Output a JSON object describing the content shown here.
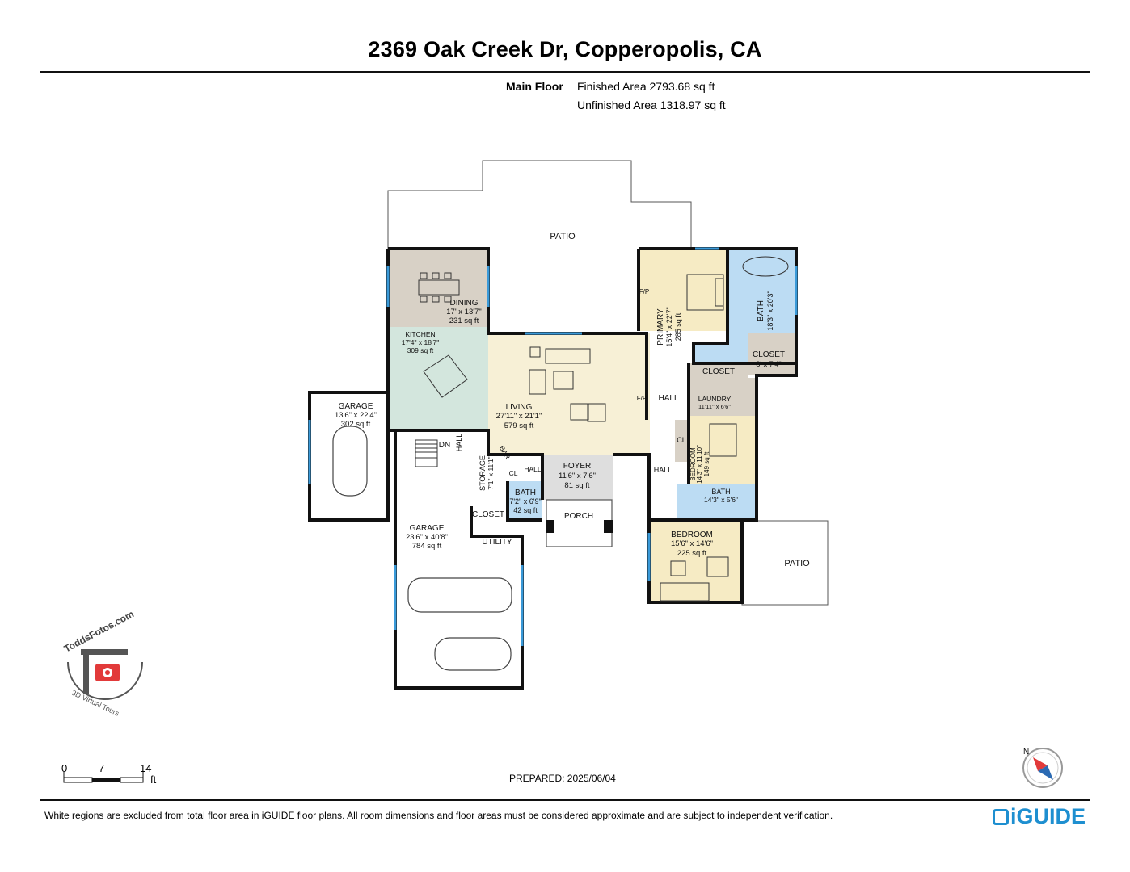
{
  "header": {
    "title": "2369 Oak Creek Dr, Copperopolis, CA"
  },
  "summary": {
    "floor": "Main Floor",
    "finished": "Finished Area 2793.68 sq ft",
    "unfinished": "Unfinished Area 1318.97 sq ft"
  },
  "colors": {
    "dining": "#d8d1c6",
    "kitchen": "#d3e6dd",
    "living": "#f7f0d6",
    "foyer": "#dedede",
    "bath": "#bcdcf3",
    "closet": "#d8d1c6",
    "bedroom": "#f6ebc4",
    "wall": "#111111",
    "window": "#3a9ad9"
  },
  "rooms": {
    "patio_top": {
      "name": "PATIO"
    },
    "patio_right": {
      "name": "PATIO"
    },
    "dining": {
      "name": "DINING",
      "dims": "17' x 13'7\"",
      "area": "231 sq ft"
    },
    "kitchen": {
      "name": "KITCHEN",
      "dims": "17'4\" x 18'7\"",
      "area": "309 sq ft"
    },
    "living": {
      "name": "LIVING",
      "dims": "27'11\" x 21'1\"",
      "area": "579 sq ft"
    },
    "garage_small": {
      "name": "GARAGE",
      "dims": "13'6\" x 22'4\"",
      "area": "302 sq ft"
    },
    "garage_big": {
      "name": "GARAGE",
      "dims": "23'6\" x 40'8\"",
      "area": "784 sq ft"
    },
    "foyer": {
      "name": "FOYER",
      "dims": "11'6\" x 7'6\"",
      "area": "81 sq ft"
    },
    "porch": {
      "name": "PORCH"
    },
    "bath_half": {
      "name": "BATH",
      "dims": "7'2\" x 6'9\"",
      "area": "42 sq ft"
    },
    "storage": {
      "name": "STORAGE",
      "dims": "7'1\" x 11'1\""
    },
    "closet_hall": {
      "name": "CLOSET"
    },
    "utility": {
      "name": "UTILITY"
    },
    "primary": {
      "name": "PRIMARY",
      "dims": "15'4\" x 22'7\"",
      "area": "285 sq ft"
    },
    "bath_primary": {
      "name": "BATH",
      "dims": "18'3\" x 20'3\""
    },
    "closet_primary": {
      "name": "CLOSET",
      "dims": "8' x 7'4\""
    },
    "closet_mid": {
      "name": "CLOSET"
    },
    "laundry": {
      "name": "LAUNDRY",
      "dims": "11'11\" x 6'6\""
    },
    "bedroom2": {
      "name": "BEDROOM",
      "dims": "14'3\" x 11'10\"",
      "area": "149 sq ft"
    },
    "bath2": {
      "name": "BATH",
      "dims": "14'3\" x 5'6\""
    },
    "bedroom3": {
      "name": "BEDROOM",
      "dims": "15'6\" x 14'6\"",
      "area": "225 sq ft"
    }
  },
  "labels": {
    "hall_a": "HALL",
    "hall_b": "HALL",
    "hall_c": "HALL",
    "hall_d": "HALL",
    "dn": "DN",
    "bar": "BAR",
    "cl_a": "CL",
    "cl_b": "CL",
    "fp_a": "F/P",
    "fp_b": "F/P"
  },
  "scale": {
    "ticks": [
      "0",
      "7",
      "14"
    ],
    "unit": "ft"
  },
  "logo": {
    "text": "ToddsFotos.com",
    "sub": "3D Virtual Tours"
  },
  "compass": {
    "letter": "N"
  },
  "footer": {
    "prepared": "PREPARED: 2025/06/04",
    "note": "White regions are excluded from total floor area in iGUIDE floor plans. All room dimensions and floor areas must be considered approximate and are subject to independent verification.",
    "brand": "iGUIDE"
  }
}
